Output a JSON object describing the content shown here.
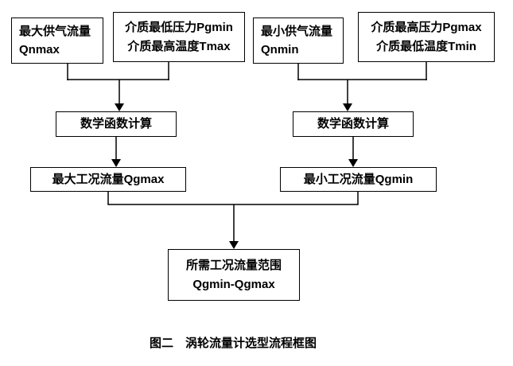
{
  "flowchart": {
    "nodes": {
      "qnmax": {
        "line1": "最大供气流量",
        "line2": "Qnmax"
      },
      "pgminTmax": {
        "line1": "介质最低压力Pgmin",
        "line2": "介质最高温度Tmax"
      },
      "qnmin": {
        "line1": "最小供气流量",
        "line2": "Qnmin"
      },
      "pgmaxTmin": {
        "line1": "介质最高压力Pgmax",
        "line2": "介质最低温度Tmin"
      },
      "calcLeft": {
        "label": "数学函数计算"
      },
      "calcRight": {
        "label": "数学函数计算"
      },
      "qgmax": {
        "label": "最大工况流量Qgmax"
      },
      "qgmin": {
        "label": "最小工况流量Qgmin"
      },
      "range": {
        "line1": "所需工况流量范围",
        "line2": "Qgmin-Qgmax"
      }
    },
    "caption": "图二　涡轮流量计选型流程框图",
    "colors": {
      "line": "#000000",
      "background": "#ffffff",
      "text": "#000000"
    }
  }
}
